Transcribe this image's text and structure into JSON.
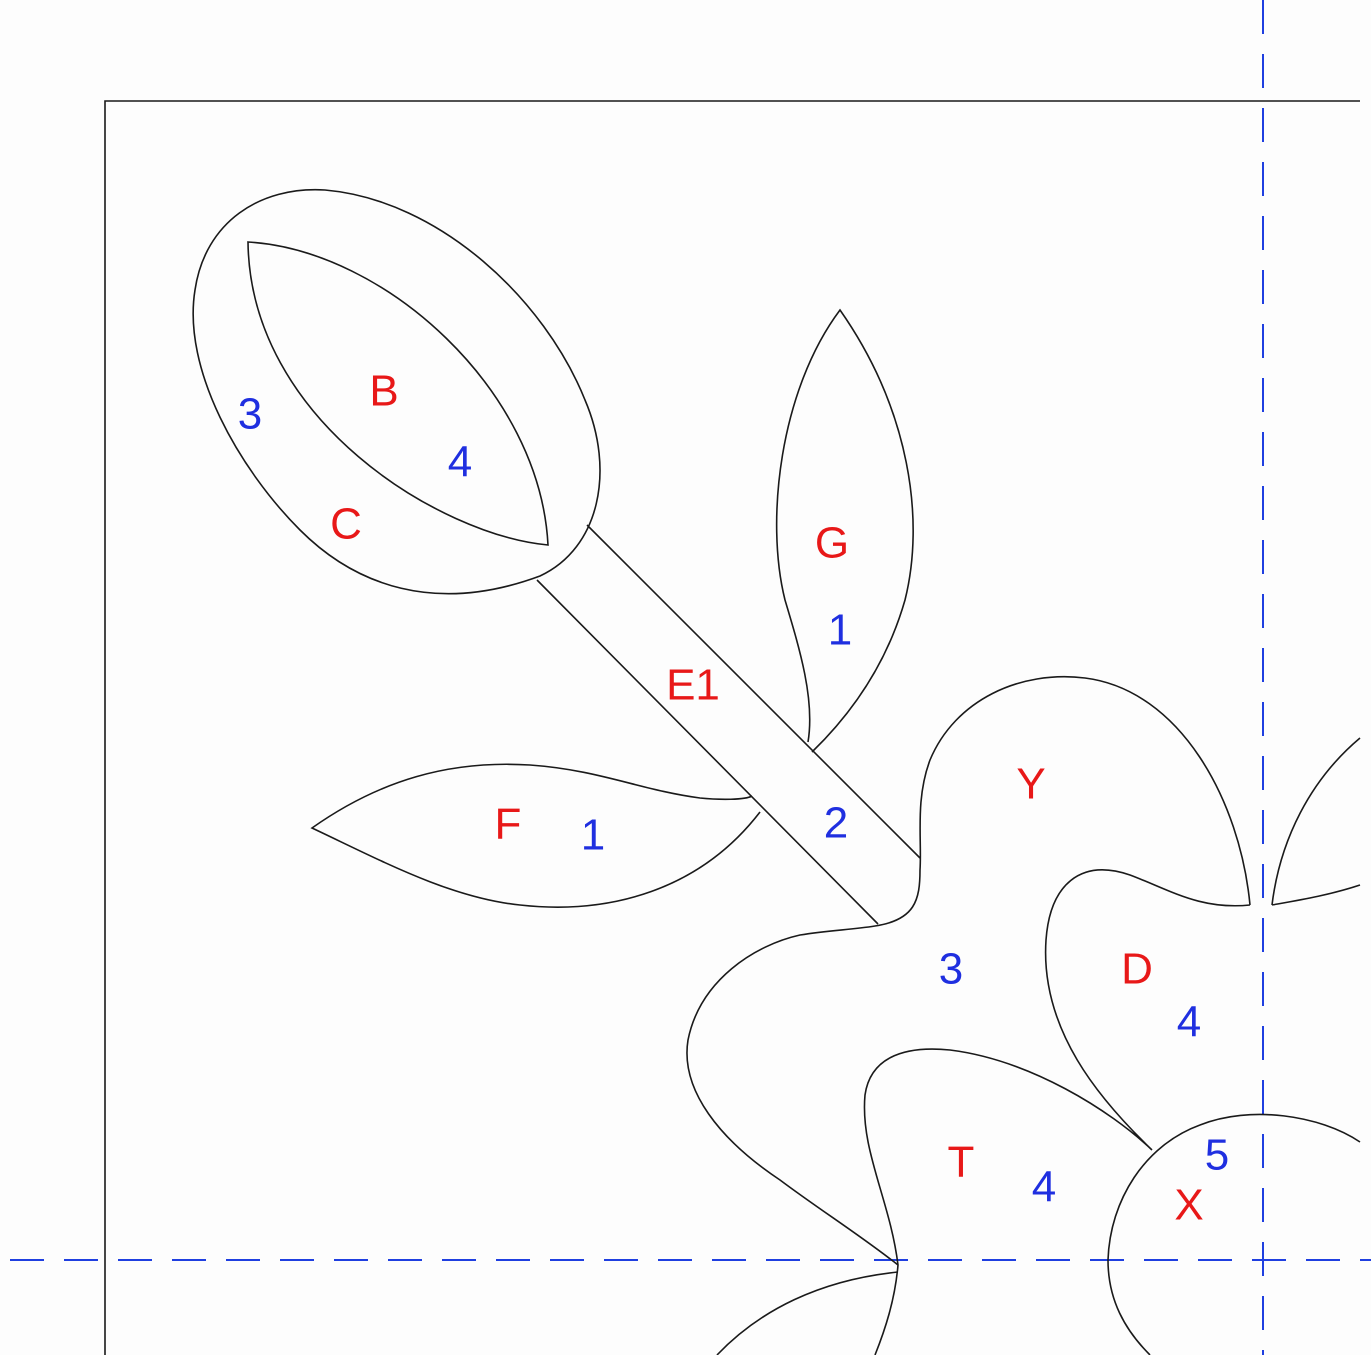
{
  "colors": {
    "piece_label": "#e81818",
    "order_label": "#1f2fe0",
    "guide_line": "#1f3fe0",
    "outline": "#1a1a1a",
    "background": "#fdfdfd"
  },
  "piece_labels": {
    "B": "B",
    "C": "C",
    "G": "G",
    "E1": "E1",
    "F": "F",
    "Y": "Y",
    "D": "D",
    "T": "T",
    "X": "X"
  },
  "order_labels": {
    "oval_outer": "3",
    "leaf_b": "4",
    "leaf_g": "1",
    "leaf_f": "1",
    "stem": "2",
    "flower": "3",
    "petal_d": "4",
    "petal_t": "4",
    "center_x": "5"
  }
}
